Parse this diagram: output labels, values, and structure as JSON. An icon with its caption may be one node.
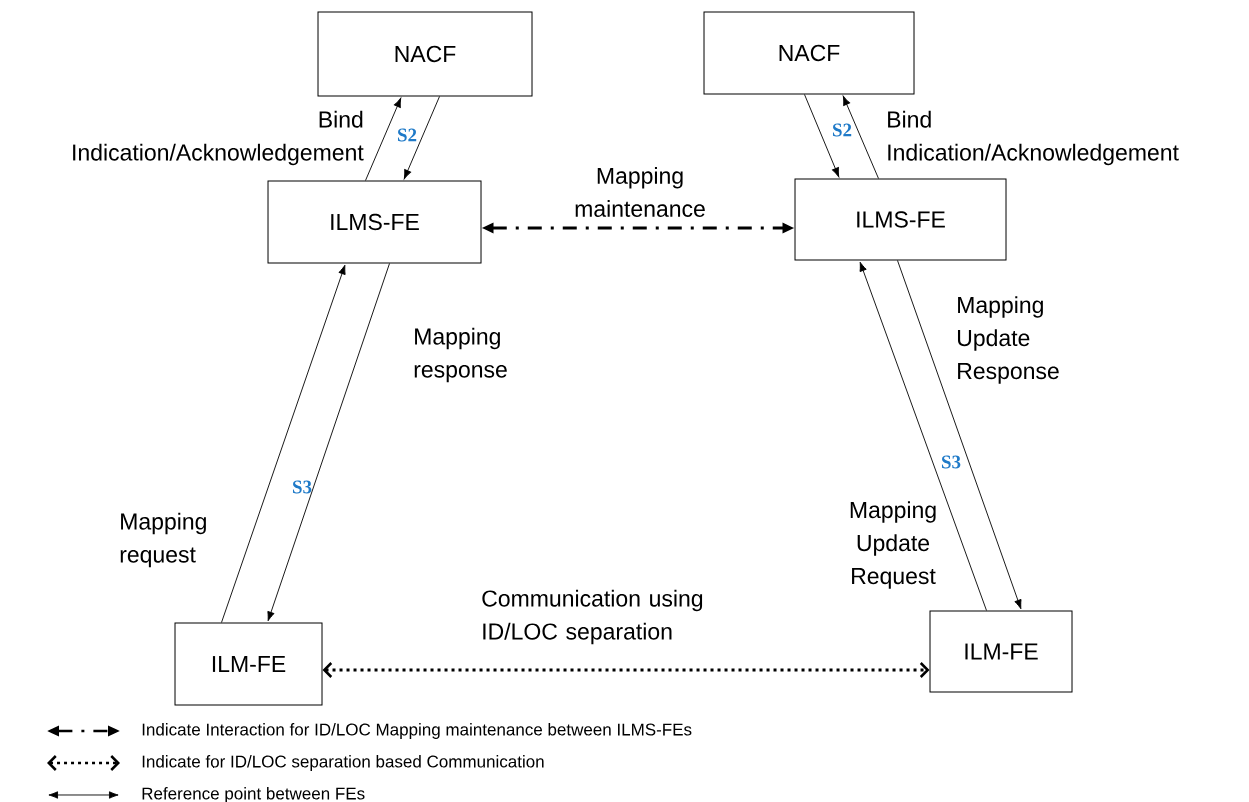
{
  "diagram": {
    "nodes": [
      {
        "text": [
          "NACF"
        ]
      },
      {
        "text": [
          "NACF"
        ]
      },
      {
        "text": [
          "ILMS-FE"
        ]
      },
      {
        "text": [
          "ILMS-FE"
        ]
      },
      {
        "text": [
          "ILM-FE"
        ]
      },
      {
        "text": [
          "ILM-FE"
        ]
      }
    ],
    "edges": [
      {
        "from": 2,
        "to": 0,
        "arrow": "to",
        "label": "Bind Indication/Acknowledgement"
      },
      {
        "from": 0,
        "to": 2,
        "arrow": "to"
      },
      {
        "from": 1,
        "to": 3,
        "arrow": "to"
      },
      {
        "from": 3,
        "to": 1,
        "arrow": "to",
        "label": "Bind Indication/Acknowledgement"
      },
      {
        "from": 2,
        "to": 3,
        "arrow": "both",
        "style": "dashed",
        "label": "Mapping maintenance"
      },
      {
        "from": 4,
        "to": 2,
        "arrow": "to",
        "label": "Mapping request"
      },
      {
        "from": 2,
        "to": 4,
        "arrow": "to",
        "label": "Mapping response"
      },
      {
        "from": 5,
        "to": 3,
        "arrow": "to",
        "label": "Mapping Update Request"
      },
      {
        "from": 3,
        "to": 5,
        "arrow": "to",
        "label": "Mapping Update Response"
      },
      {
        "from": 4,
        "to": 5,
        "arrow": "both",
        "style": "dashed",
        "label": "Communication using ID/LOC separation"
      }
    ],
    "labels": [
      "S2",
      "S2",
      "S3",
      "S3"
    ],
    "legend": [
      {
        "text": "Indicate Interaction for ID/LOC Mapping maintenance between ILMS-FEs"
      },
      {
        "text": "Indicate for ID/LOC separation based Communication"
      },
      {
        "text": "Reference point between FEs"
      }
    ]
  }
}
